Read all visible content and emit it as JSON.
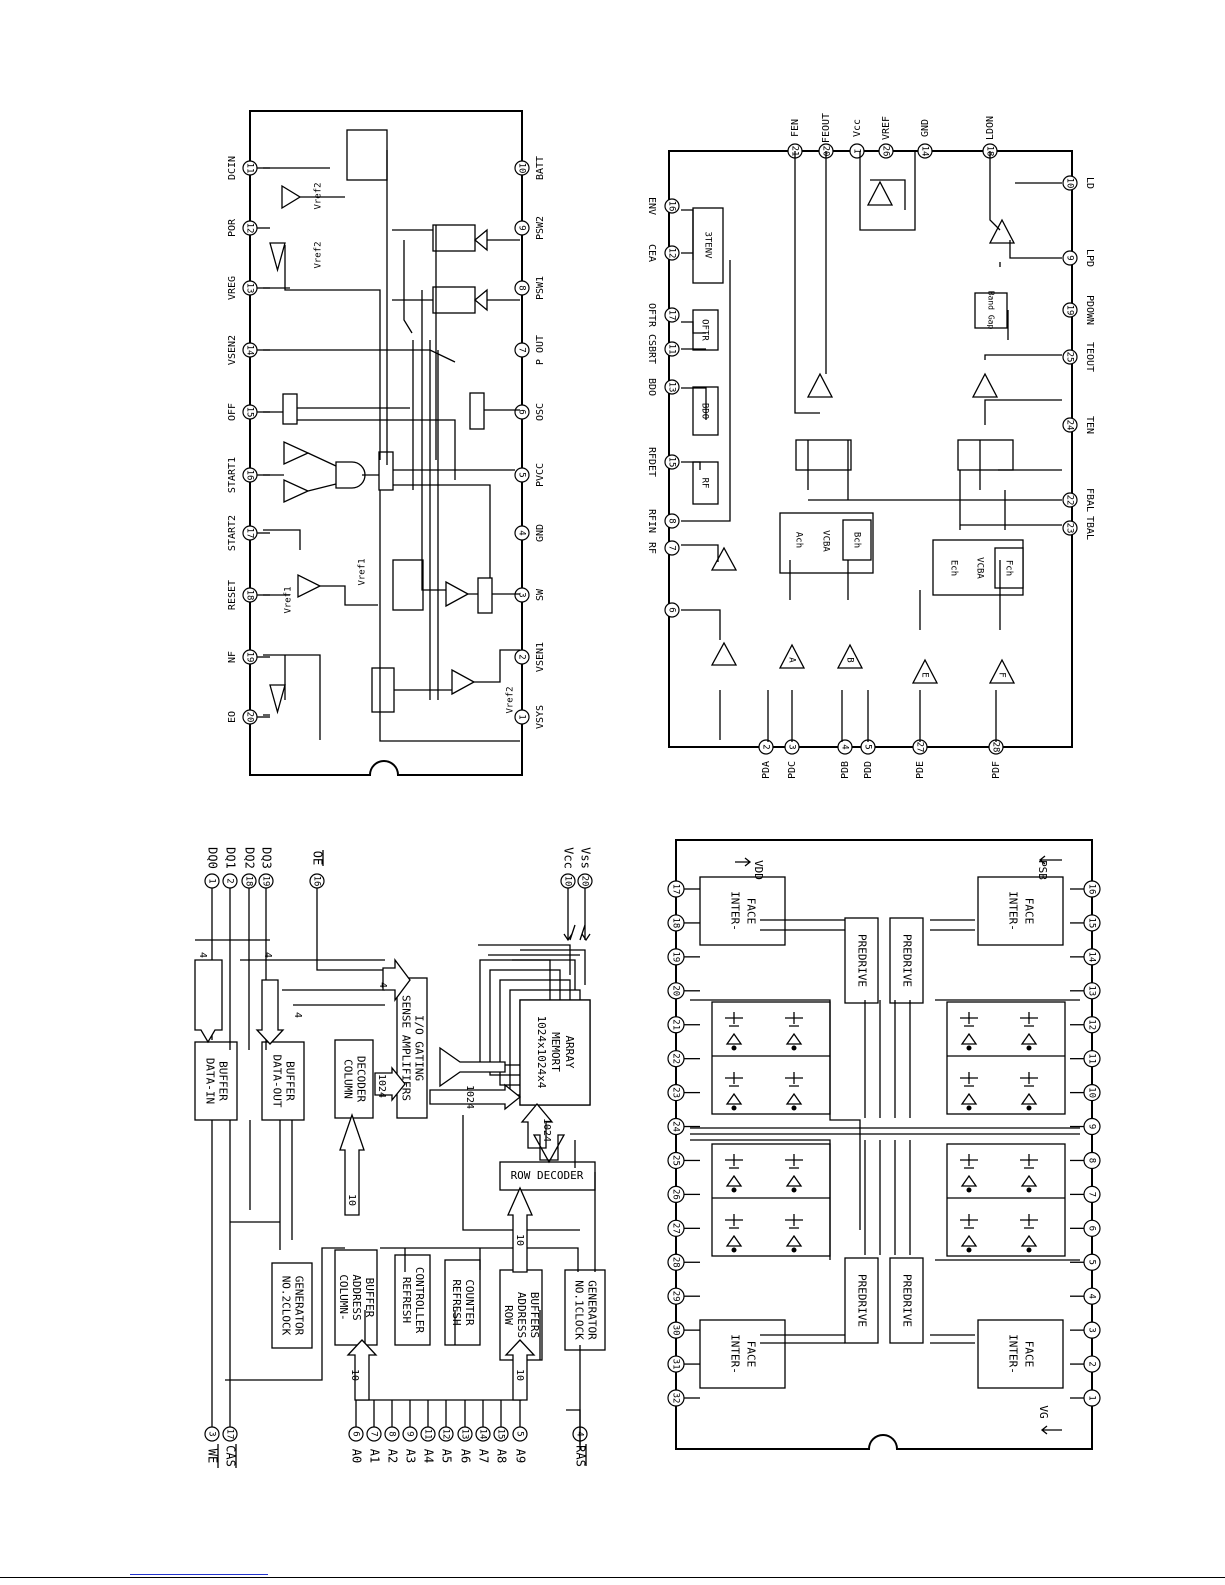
{
  "ic_top_left": {
    "pins_top": [
      {
        "n": "11",
        "label": "DCIN"
      },
      {
        "n": "12",
        "label": "POR"
      },
      {
        "n": "13",
        "label": "VREG"
      },
      {
        "n": "14",
        "label": "VSEN2"
      },
      {
        "n": "15",
        "label": "OFF"
      },
      {
        "n": "16",
        "label": "START1"
      },
      {
        "n": "17",
        "label": "START2"
      },
      {
        "n": "18",
        "label": "RESET"
      },
      {
        "n": "19",
        "label": "NF"
      },
      {
        "n": "20",
        "label": "EO"
      }
    ],
    "pins_bottom": [
      {
        "n": "10",
        "label": "BATT"
      },
      {
        "n": "9",
        "label": "PSW2"
      },
      {
        "n": "8",
        "label": "PSW1"
      },
      {
        "n": "7",
        "label": "P OUT"
      },
      {
        "n": "6",
        "label": "OSC"
      },
      {
        "n": "5",
        "label": "PVCC"
      },
      {
        "n": "4",
        "label": "GND"
      },
      {
        "n": "3",
        "label": "SW"
      },
      {
        "n": "2",
        "label": "VSEN1"
      },
      {
        "n": "1",
        "label": "VSYS"
      }
    ],
    "vref_labels": [
      "Vref2",
      "Vref2",
      "Vref1",
      "Vref1",
      "Vref2"
    ]
  },
  "ic_top_right": {
    "pins_top": [
      {
        "n": "21",
        "label": "FEN"
      },
      {
        "n": "20",
        "label": "FEOUT"
      },
      {
        "n": "1",
        "label": "Vcc"
      },
      {
        "n": "26",
        "label": "VREF"
      },
      {
        "n": "14",
        "label": "GND"
      },
      {
        "n": "18",
        "label": "LDON"
      }
    ],
    "pins_left": [
      {
        "n": "16",
        "label": "ENV"
      },
      {
        "n": "12",
        "label": "CEA"
      },
      {
        "n": "17",
        "label": "OFTR"
      },
      {
        "n": "11",
        "label": "CSBRT"
      },
      {
        "n": "13",
        "label": "BDO"
      },
      {
        "n": "15",
        "label": "RFDET"
      },
      {
        "n": "8",
        "label": "RFIN"
      },
      {
        "n": "7",
        "label": "RF"
      },
      {
        "n": "6",
        "label": ""
      }
    ],
    "pins_right": [
      {
        "n": "10",
        "label": "LD"
      },
      {
        "n": "9",
        "label": "LPD"
      },
      {
        "n": "19",
        "label": "PDOWN"
      },
      {
        "n": "25",
        "label": "TEOUT"
      },
      {
        "n": "24",
        "label": "TEN"
      },
      {
        "n": "22",
        "label": "FBAL"
      },
      {
        "n": "23",
        "label": "TBAL"
      }
    ],
    "pins_bottom": [
      {
        "n": "2",
        "label": "PDA"
      },
      {
        "n": "3",
        "label": "PDC"
      },
      {
        "n": "4",
        "label": "PDB"
      },
      {
        "n": "5",
        "label": "PDD"
      },
      {
        "n": "27",
        "label": "PDE"
      },
      {
        "n": "28",
        "label": "PDF"
      }
    ],
    "blocks": [
      "3TENV",
      "OFTR",
      "BDO",
      "RF",
      "Band Gap",
      "Ach",
      "VCBA",
      "Bch",
      "Ech",
      "VCBA",
      "Fch"
    ],
    "amp_labels": [
      "A",
      "B",
      "E",
      "F"
    ]
  },
  "dram": {
    "pins_top": [
      {
        "n": "1",
        "label": "DQ0"
      },
      {
        "n": "2",
        "label": "DQ1"
      },
      {
        "n": "18",
        "label": "DQ2"
      },
      {
        "n": "19",
        "label": "DQ3"
      }
    ],
    "oe": {
      "n": "16",
      "label": "OE"
    },
    "power": [
      {
        "n": "10",
        "label": "Vcc"
      },
      {
        "n": "20",
        "label": "Vss"
      }
    ],
    "ctrl": [
      {
        "n": "3",
        "label": "WE"
      },
      {
        "n": "17",
        "label": "CAS"
      }
    ],
    "addr": [
      {
        "n": "6",
        "label": "A0"
      },
      {
        "n": "7",
        "label": "A1"
      },
      {
        "n": "8",
        "label": "A2"
      },
      {
        "n": "9",
        "label": "A3"
      },
      {
        "n": "11",
        "label": "A4"
      },
      {
        "n": "12",
        "label": "A5"
      },
      {
        "n": "13",
        "label": "A6"
      },
      {
        "n": "14",
        "label": "A7"
      },
      {
        "n": "15",
        "label": "A8"
      },
      {
        "n": "5",
        "label": "A9"
      }
    ],
    "ras": {
      "n": "4",
      "label": "RAS"
    },
    "blocks": {
      "data_in": [
        "DATA-IN",
        "BUFFER"
      ],
      "data_out": [
        "DATA-OUT",
        "BUFFER"
      ],
      "col_dec": [
        "COLUMN",
        "DECODER"
      ],
      "sense": [
        "SENSE AMPLIFIERS",
        "I/O GATING"
      ],
      "memory": [
        "1024x1024x4",
        "MEMORT",
        "ARRAY"
      ],
      "row_dec": "ROW DECODER",
      "clk2": [
        "NO.2CLOCK",
        "GENERATOR"
      ],
      "col_addr": [
        "COLUMN-",
        "ADDRESS",
        "BUFFER"
      ],
      "refresh_ctrl": [
        "REFRESH",
        "CONTROLLER"
      ],
      "refresh_cnt": [
        "REFRESH",
        "COUNTER"
      ],
      "row_addr": [
        "ROW",
        "ADDRESS",
        "BUFFERS"
      ],
      "clk1": [
        "NO.1CLOCK",
        "GENERATOR"
      ]
    },
    "bus_labels": [
      "4",
      "4",
      "4",
      "4",
      "1024",
      "1024",
      "1024",
      "10",
      "10",
      "10",
      "10"
    ]
  },
  "driver": {
    "pins_top": [
      "17",
      "18",
      "19",
      "20",
      "21",
      "22",
      "23",
      "24",
      "25",
      "26",
      "27",
      "28",
      "29",
      "30",
      "31",
      "32"
    ],
    "pins_bottom": [
      "16",
      "15",
      "14",
      "13",
      "12",
      "11",
      "10",
      "9",
      "8",
      "7",
      "6",
      "5",
      "4",
      "3",
      "2",
      "1"
    ],
    "labels": {
      "vdd": "VDD",
      "psb": "PSB",
      "vg": "VG"
    },
    "interface": [
      "INTER-",
      "FACE"
    ],
    "predrive": "PREDRIVE"
  }
}
